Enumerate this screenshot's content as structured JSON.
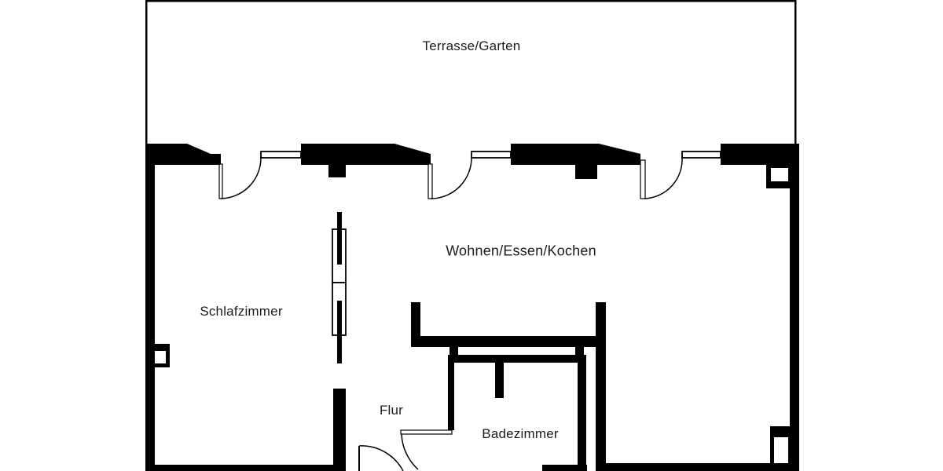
{
  "plan": {
    "type": "apartment-floor-plan",
    "language": "de",
    "colors": {
      "wall": "#000000",
      "background": "#ffffff",
      "text": "#1c1c1c"
    },
    "rooms": [
      {
        "id": "terrasse",
        "label": "Terrasse/Garten"
      },
      {
        "id": "wohnen",
        "label": "Wohnen/Essen/Kochen"
      },
      {
        "id": "schlafzimmer",
        "label": "Schlafzimmer"
      },
      {
        "id": "flur",
        "label": "Flur"
      },
      {
        "id": "badezimmer",
        "label": "Badezimmer"
      }
    ],
    "features": {
      "doors": 5,
      "windows": 3,
      "sliding_door_panels": 2,
      "pillars": 3
    }
  }
}
